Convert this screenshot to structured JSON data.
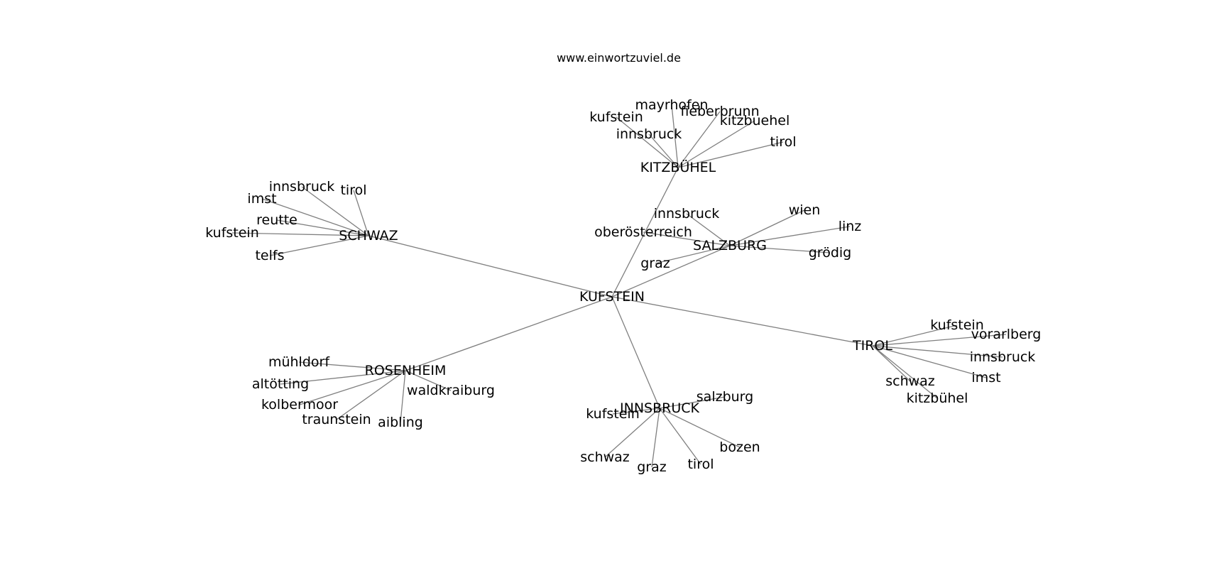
{
  "source": "www.einwortzuviel.de",
  "graph": {
    "center": "KUFSTEIN",
    "hubs": [
      {
        "id": "schwaz",
        "label": "SCHWAZ",
        "leaves": [
          "innsbruck",
          "tirol",
          "imst",
          "reutte",
          "kufstein",
          "telfs"
        ]
      },
      {
        "id": "kitzbuehel",
        "label": "KITZBÜHEL",
        "leaves": [
          "mayrhofen",
          "fieberbrunn",
          "kufstein",
          "kitzbuehel",
          "innsbruck",
          "tirol"
        ]
      },
      {
        "id": "salzburg",
        "label": "SALZBURG",
        "leaves": [
          "innsbruck",
          "wien",
          "linz",
          "oberösterreich",
          "grödig",
          "graz"
        ]
      },
      {
        "id": "tirol",
        "label": "TIROL",
        "leaves": [
          "kufstein",
          "vorarlberg",
          "innsbruck",
          "imst",
          "schwaz",
          "kitzbühel"
        ]
      },
      {
        "id": "rosenheim",
        "label": "ROSENHEIM",
        "leaves": [
          "mühldorf",
          "altötting",
          "waldkraiburg",
          "kolbermoor",
          "traunstein",
          "aibling"
        ]
      },
      {
        "id": "innsbruck",
        "label": "INNSBRUCK",
        "leaves": [
          "salzburg",
          "kufstein",
          "bozen",
          "schwaz",
          "tirol",
          "graz"
        ]
      }
    ]
  }
}
